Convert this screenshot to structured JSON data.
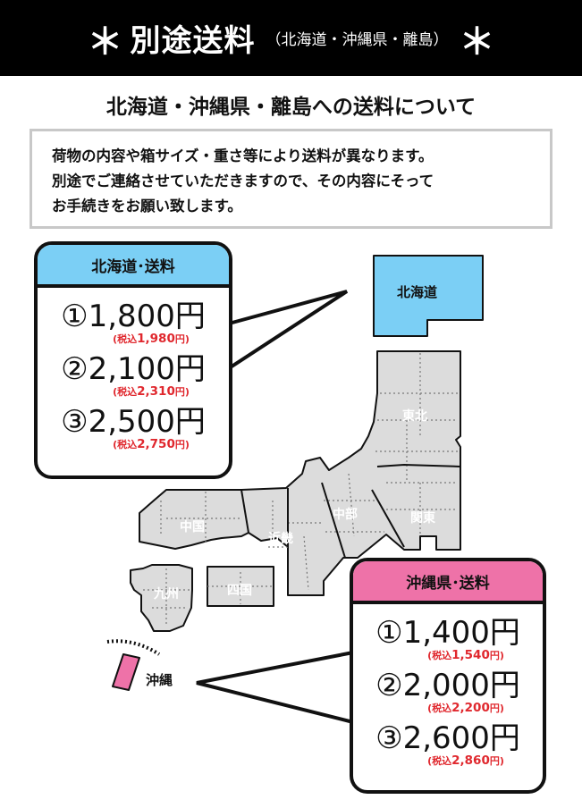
{
  "banner": {
    "star": "＊",
    "title": "別途送料",
    "subtitle": "（北海道・沖縄県・離島）"
  },
  "heading": "北海道・沖縄県・離島への送料について",
  "notice": {
    "lines": [
      "荷物の内容や箱サイズ・重さ等により送料が異なります。",
      "別途でご連絡させていただきますので、その内容にそって",
      "お手続きをお願い致します。"
    ]
  },
  "hokkaido_box": {
    "title": "北海道･送料",
    "prices": [
      {
        "num": "①",
        "price": "1,800円",
        "tax_prefix": "(税込",
        "tax_value": "1,980",
        "tax_suffix": "円)"
      },
      {
        "num": "②",
        "price": "2,100円",
        "tax_prefix": "(税込",
        "tax_value": "2,310",
        "tax_suffix": "円)"
      },
      {
        "num": "③",
        "price": "2,500円",
        "tax_prefix": "(税込",
        "tax_value": "2,750",
        "tax_suffix": "円)"
      }
    ]
  },
  "okinawa_box": {
    "title": "沖縄県･送料",
    "prices": [
      {
        "num": "①",
        "price": "1,400円",
        "tax_prefix": "(税込",
        "tax_value": "1,540",
        "tax_suffix": "円)"
      },
      {
        "num": "②",
        "price": "2,000円",
        "tax_prefix": "(税込",
        "tax_value": "2,200",
        "tax_suffix": "円)"
      },
      {
        "num": "③",
        "price": "2,600円",
        "tax_prefix": "(税込",
        "tax_value": "2,860",
        "tax_suffix": "円)"
      }
    ]
  },
  "map": {
    "hokkaido": "北海道",
    "tohoku": "東北",
    "kanto": "関東",
    "chubu": "中部",
    "kinki": "近畿",
    "chugoku": "中国",
    "shikoku": "四国",
    "kyushu": "九州",
    "okinawa": "沖縄",
    "colors": {
      "hokkaido": "#7bcff5",
      "okinawa": "#ee72a8",
      "mainland": "#dcdcdc",
      "tax_text": "#e0282e"
    }
  }
}
